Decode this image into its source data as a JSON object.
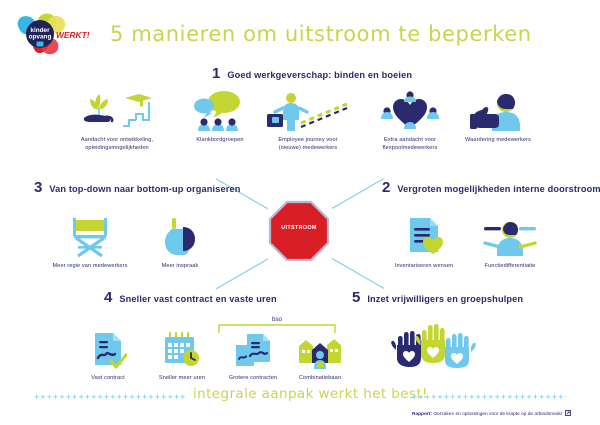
{
  "header": {
    "title": "5 manieren om uitstroom te beperken",
    "logo": {
      "word1": "kinder",
      "word2": "opvang",
      "word3": "WERKT!"
    }
  },
  "hub": {
    "label": "UITSTROOM"
  },
  "sections": [
    {
      "number": "1",
      "title": "Goed werkgeverschap: binden en boeien",
      "items": [
        {
          "caption": "Aandacht voor ontwikkeling,\nopleidingsmogelijkheden",
          "icon": "plant-in-hand-graduation-cap-icon"
        },
        {
          "caption": "Klankbordgroepen",
          "icon": "speech-bubbles-people-icon"
        },
        {
          "caption": "Employee journey voor\n(nieuwe) medewerkers",
          "icon": "person-suitcase-path-icon"
        },
        {
          "caption": "Extra aandacht voor\nflexpoolmedewerkers",
          "icon": "heart-people-group-icon"
        },
        {
          "caption": "Waardering medewerkers",
          "icon": "thumbs-up-person-icon"
        }
      ]
    },
    {
      "number": "2",
      "title": "Vergroten mogelijkheden interne doorstroom",
      "items": [
        {
          "caption": "Inventariseren wensen",
          "icon": "document-heart-icon"
        },
        {
          "caption": "Functiedifferentiatie",
          "icon": "person-arrows-icon"
        }
      ]
    },
    {
      "number": "3",
      "title": "Van top-down naar bottom-up organiseren",
      "items": [
        {
          "caption": "Meer regie van medewerkers",
          "icon": "directors-chair-icon"
        },
        {
          "caption": "Meer inspraak",
          "icon": "raised-hand-speaker-icon"
        }
      ]
    },
    {
      "number": "4",
      "title": "Sneller vast contract en vaste uren",
      "bracket_label": "bso",
      "items": [
        {
          "caption": "Vast contract",
          "icon": "contract-check-icon"
        },
        {
          "caption": "Sneller meer uren",
          "icon": "calendar-clock-icon"
        },
        {
          "caption": "Grotere contracten",
          "icon": "two-documents-icon"
        },
        {
          "caption": "Combinatiebaan",
          "icon": "buildings-person-icon"
        }
      ]
    },
    {
      "number": "5",
      "title": "Inzet vrijwilligers en groepshulpen",
      "items": [
        {
          "caption": "",
          "icon": "three-hands-hearts-icon"
        }
      ]
    }
  ],
  "footer": {
    "tagline": "integrale aanpak werkt het best!",
    "dots_left": "++++++++++++++++++++++++",
    "dots_right": "+++++++++++++++++++++++++",
    "report_label": "Rapport:",
    "report_link": "Oorzaken en oplossingen voor de krapte op de arbeidsmarkt"
  },
  "colors": {
    "navy": "#2b2a6e",
    "lime": "#c3d530",
    "title_lime": "#c9d44e",
    "cyan": "#6ec9ec",
    "red": "#d91f26"
  }
}
